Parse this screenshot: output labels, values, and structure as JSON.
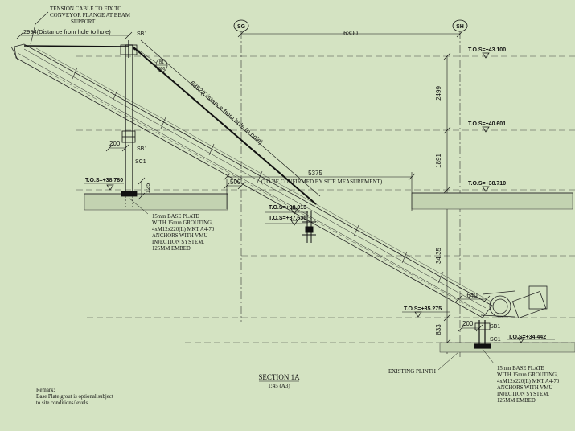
{
  "grid": {
    "sg": "SG",
    "sh": "SH"
  },
  "dims": {
    "span_sg_sh": "6300",
    "d2499": "2499",
    "d1891": "1891",
    "d3435": "34.35",
    "d833": "833",
    "d640": "640",
    "d200_top": "200",
    "d200_bot": "200",
    "d125": "125",
    "d500": "500",
    "d5375": "5375",
    "d6852": "6852(Distance from hole to hole)",
    "d2994": "2994(Distance from hole to hole)"
  },
  "levels": {
    "tos_43100": "T.O.S=+43.100",
    "tos_40601": "T.O.S=+40.601",
    "tos_38710": "T.O.S=+38.710",
    "tos_38780": "T.O.S=+38.780",
    "tos_38013": "T.O.S=+38.013",
    "tos_37635": "T.O.S=+37.635",
    "tos_35275": "T.O.S=+35.275",
    "tos_34442": "T.O.S=+34.442"
  },
  "members": {
    "sb1_a": "SB1",
    "sb1_b": "SB1",
    "sc1_a": "SC1",
    "sb1_c": "SB1",
    "sc1_b": "SC1",
    "tag_top": "B1",
    "tag_bot": "006"
  },
  "notes": {
    "tension": [
      "TENSION CABLE TO FIX TO",
      "CONVEYOR FLANGE AT BEAM",
      "SUPPORT"
    ],
    "confirm": "(TO BE CONFIRMED BY SITE MEASUREMENT)",
    "base_left": [
      "15mm BASE PLATE",
      "WITH 15mm GROUTING,",
      "4xM12x220(L) MKT A4-70",
      "ANCHORS WITH VMU",
      "INJECTION SYSTEM.",
      "125MM EMBED"
    ],
    "base_right": [
      "15mm BASE PLATE",
      "WITH 15mm GROUTING,",
      "4xM12x220(L) MKT A4-70",
      "ANCHORS WITH VMU",
      "INJECTION SYSTEM.",
      "125MM EMBED"
    ],
    "plinth": "EXISTING PLINTH"
  },
  "title": {
    "section": "SECTION 1A",
    "scale": "1:45 (A3)"
  },
  "remark": {
    "head": "Remark:",
    "lines": [
      "Base Plate grout is optional subject",
      "to site conditions/levels."
    ]
  },
  "colors": {
    "background": "#d4e3c2",
    "line": "#111111"
  }
}
